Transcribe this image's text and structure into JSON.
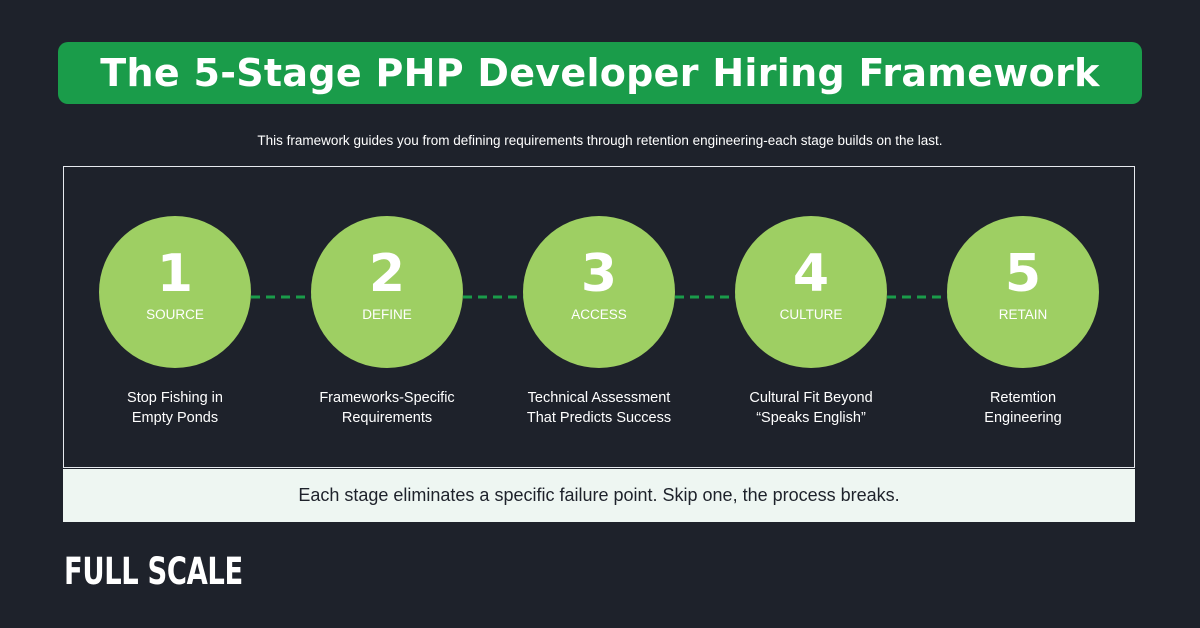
{
  "title": "The 5-Stage PHP Developer Hiring Framework",
  "subtitle": "This framework guides you from defining requirements through retention engineering-each stage builds on the last.",
  "stages": [
    {
      "number": "1",
      "label": "SOURCE",
      "desc_line1": "Stop Fishing in",
      "desc_line2": "Empty Ponds"
    },
    {
      "number": "2",
      "label": "DEFINE",
      "desc_line1": "Frameworks-Specific",
      "desc_line2": "Requirements"
    },
    {
      "number": "3",
      "label": "ACCESS",
      "desc_line1": "Technical Assessment",
      "desc_line2": "That Predicts Success"
    },
    {
      "number": "4",
      "label": "CULTURE",
      "desc_line1": "Cultural Fit Beyond",
      "desc_line2": "“Speaks English”"
    },
    {
      "number": "5",
      "label": "RETAIN",
      "desc_line1": "Retemtion",
      "desc_line2": "Engineering"
    }
  ],
  "footer": "Each stage eliminates a specific failure point. Skip one, the process breaks.",
  "logo": "FULL SCALE",
  "colors": {
    "background": "#1e222b",
    "title_banner": "#1a9c4a",
    "stage_circle": "#9ecf63",
    "connector": "#1a9c4a",
    "footer_band": "#eef6f2"
  }
}
